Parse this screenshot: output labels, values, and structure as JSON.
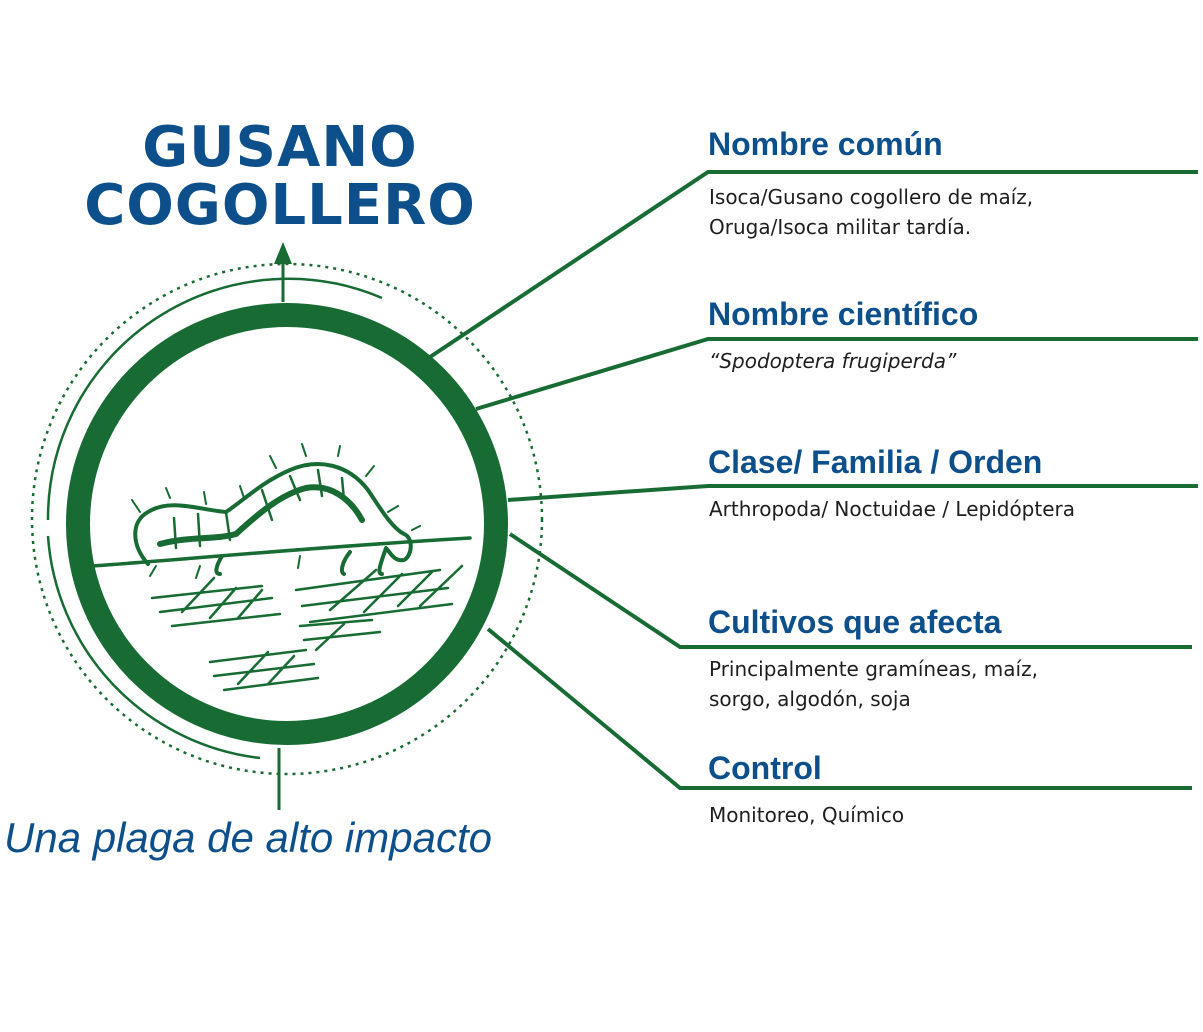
{
  "title": {
    "line1": "GUSANO",
    "line2": "COGOLLERO"
  },
  "subtitle": "Una plaga de alto impacto",
  "colors": {
    "blue": "#0d4f8b",
    "green": "#176b33",
    "text": "#1e1e1e"
  },
  "illustration": {
    "icon": "caterpillar-on-grass-icon"
  },
  "sections": {
    "common_name": {
      "heading": "Nombre común",
      "lines": [
        "Isoca/Gusano cogollero de maíz,",
        "Oruga/Isoca militar tardía."
      ]
    },
    "scientific_name": {
      "heading": "Nombre científico",
      "lines": [
        "“Spodoptera frugiperda”"
      ]
    },
    "classification": {
      "heading": "Clase/ Familia / Orden",
      "lines": [
        "Arthropoda/ Noctuidae / Lepidóptera"
      ]
    },
    "crops": {
      "heading": "Cultivos que afecta",
      "lines": [
        "Principalmente gramíneas, maíz,",
        "sorgo, algodón, soja"
      ]
    },
    "control": {
      "heading": "Control",
      "lines": [
        "Monitoreo, Químico"
      ]
    }
  }
}
